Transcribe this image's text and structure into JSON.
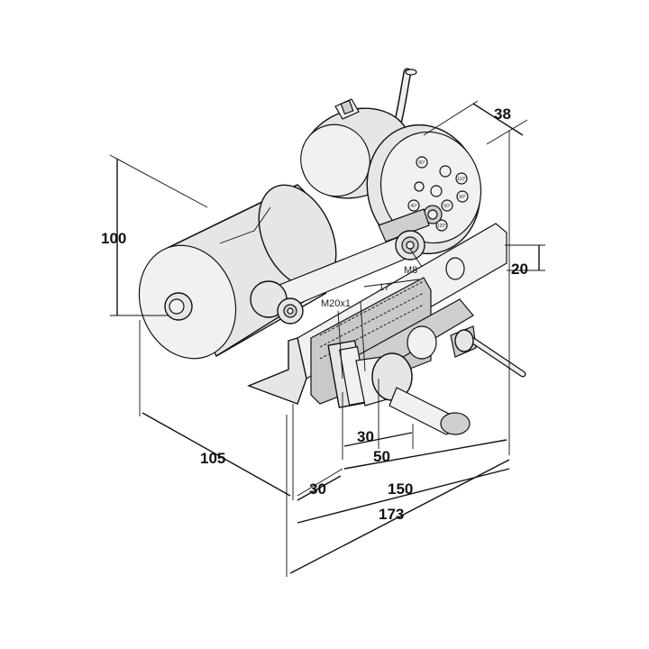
{
  "dimensions": {
    "d38": "38",
    "d100": "100",
    "d20": "20",
    "d105": "105",
    "d30_upper": "30",
    "d50": "50",
    "d30_lower": "30",
    "d150": "150",
    "d173": "173"
  },
  "thread_labels": {
    "m8": "M8",
    "m20x1": "M20x1",
    "d17": "17"
  },
  "gear_hole_labels": [
    "80°",
    "110°",
    "90°",
    "60°",
    "40°",
    "120°"
  ]
}
